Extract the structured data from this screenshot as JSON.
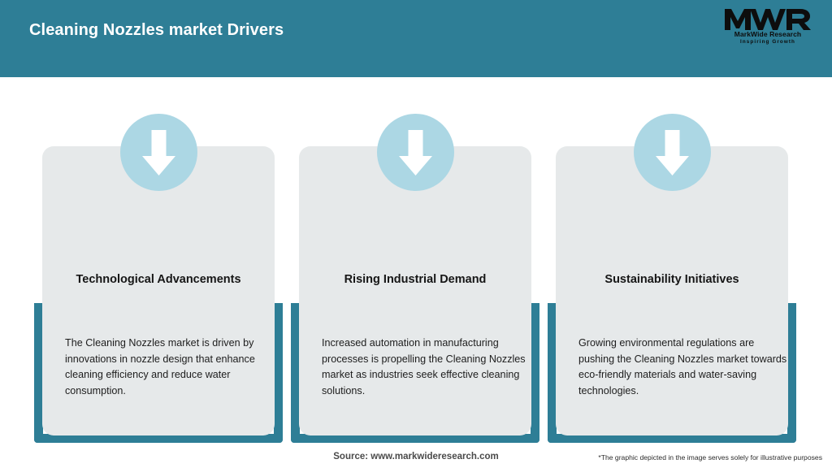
{
  "header": {
    "title": "Cleaning Nozzles market Drivers",
    "bg_color": "#2E7E96",
    "title_color": "#FFFFFF"
  },
  "logo": {
    "mark": "MWR",
    "name": "MarkWide Research",
    "tagline": "Inspiring Growth"
  },
  "theme": {
    "teal": "#2E7E96",
    "card_bg": "#E6E9EA",
    "circle_blue": "#ACD7E4",
    "page_bg": "#FFFFFF"
  },
  "cards": [
    {
      "icon": "down-arrow-icon",
      "title": "Technological Advancements",
      "body": "The Cleaning Nozzles market is driven by innovations in nozzle design that enhance cleaning efficiency and reduce water consumption."
    },
    {
      "icon": "down-arrow-icon",
      "title": "Rising Industrial Demand",
      "body": "Increased automation in manufacturing processes is propelling the Cleaning Nozzles market as industries seek effective cleaning solutions."
    },
    {
      "icon": "down-arrow-icon",
      "title": "Sustainability Initiatives",
      "body": "Growing environmental regulations are pushing the Cleaning Nozzles market towards eco-friendly materials and water-saving technologies."
    }
  ],
  "footer": {
    "source": "Source: www.markwideresearch.com",
    "disclaimer": "*The graphic depicted in the image serves solely for illustrative purposes"
  }
}
